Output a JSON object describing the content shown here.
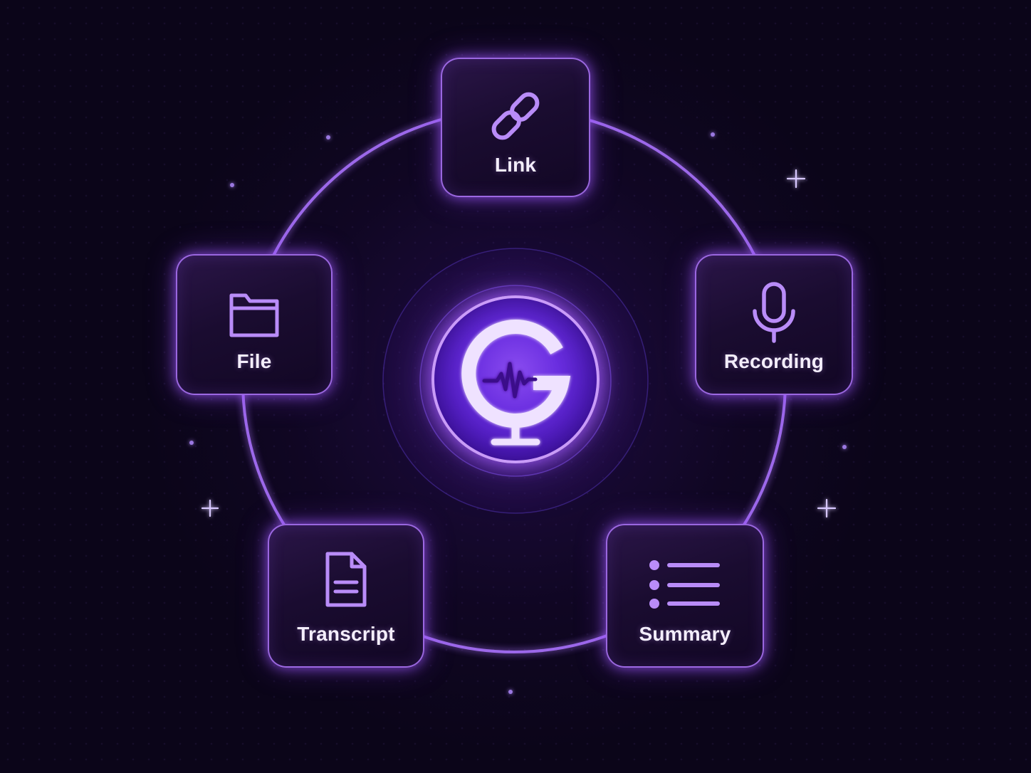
{
  "diagram": {
    "accent_color": "#b47cff",
    "background_color": "#0b0519",
    "hub": {
      "icon": "g-waveform-logo-icon"
    },
    "nodes": [
      {
        "key": "link",
        "label": "Link",
        "icon": "link-chain-icon"
      },
      {
        "key": "recording",
        "label": "Recording",
        "icon": "microphone-icon"
      },
      {
        "key": "summary",
        "label": "Summary",
        "icon": "bullet-list-icon"
      },
      {
        "key": "transcript",
        "label": "Transcript",
        "icon": "document-icon"
      },
      {
        "key": "file",
        "label": "File",
        "icon": "folder-icon"
      }
    ]
  }
}
